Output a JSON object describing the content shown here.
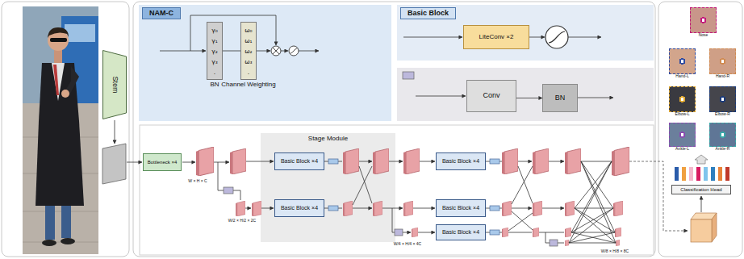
{
  "diagram": {
    "nodes": [
      {
        "text": [
          "Stem"
        ]
      },
      {
        "text": [
          "NAM-C"
        ]
      },
      {
        "text": [
          "γ₀ γ₁ γ₂ γ₃ .",
          "BN"
        ],
        "in": 1
      },
      {
        "text": [
          "ω₀ ω₁ ω₂ ω₃ .",
          "Channel Weighting"
        ],
        "in": 1
      },
      {
        "text": [
          "Basic Block"
        ]
      },
      {
        "text": [
          "LiteConv ×2"
        ],
        "in": 4
      },
      {
        "text": [
          "Conv"
        ]
      },
      {
        "text": [
          "BN"
        ]
      },
      {
        "text": [
          "Bottleneck ×4"
        ]
      },
      {
        "text": [
          "Stage Module"
        ]
      },
      {
        "text": [
          "Basic Block ×4"
        ],
        "in": 9
      },
      {
        "text": [
          "Basic Block ×4"
        ],
        "in": 9
      },
      {
        "text": [
          "Basic Block ×4"
        ]
      },
      {
        "text": [
          "Basic Block ×4"
        ]
      },
      {
        "text": [
          "Basic Block ×4"
        ]
      },
      {
        "text": [
          "Nose"
        ]
      },
      {
        "text": [
          "Hand-L"
        ]
      },
      {
        "text": [
          "Hand-R"
        ]
      },
      {
        "text": [
          "Elbow-L"
        ]
      },
      {
        "text": [
          "Elbow-R"
        ]
      },
      {
        "text": [
          "Ankle-L"
        ]
      },
      {
        "text": [
          "Ankle-R"
        ]
      },
      {
        "text": [
          "Classification Head"
        ]
      }
    ],
    "edges": [
      {
        "from": 2,
        "to": 3,
        "arrow": "none"
      },
      {
        "from": 6,
        "to": 7,
        "arrow": "to"
      }
    ],
    "labels": [
      "W × H × C",
      "W/2 × H/2 × 2C",
      "W/4 × H/4 × 4C",
      "W/8 × H/8 × 8C"
    ]
  }
}
